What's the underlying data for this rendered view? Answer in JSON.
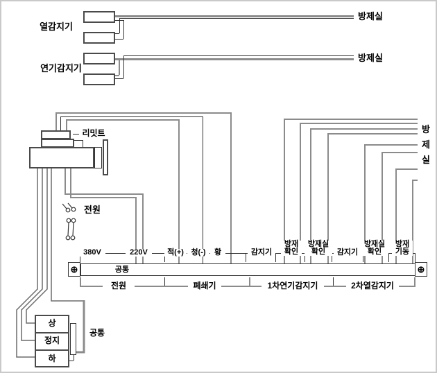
{
  "top_section": {
    "groups": [
      {
        "label": "열감지기",
        "room": "방제실"
      },
      {
        "label": "연기감지기",
        "room": "방제실"
      }
    ]
  },
  "actuator": {
    "limit": "리밋트",
    "power": "전원"
  },
  "strip": {
    "left_terminal": "⊕",
    "right_terminal": "⊕",
    "common": "공통",
    "top_labels": [
      {
        "text": "380V"
      },
      {
        "text": "220V"
      },
      {
        "text": "적(+)"
      },
      {
        "text": "청(-)"
      },
      {
        "text": "황"
      },
      {
        "text": "감지기"
      },
      {
        "text": "방재\n확인"
      },
      {
        "text": "방재실\n확인"
      },
      {
        "text": "감지기"
      },
      {
        "text": "방재실\n확인"
      },
      {
        "text": "방재\n기동"
      }
    ],
    "bottom_labels": [
      {
        "text": "전원"
      },
      {
        "text": "폐쇄기"
      },
      {
        "text": "1차연기감지기"
      },
      {
        "text": "2차열감지기"
      }
    ]
  },
  "control_room": {
    "chars": [
      "방",
      "제",
      "실"
    ]
  },
  "switch_box": {
    "rows": [
      "상",
      "정지",
      "하"
    ],
    "common": "공통"
  },
  "colors": {
    "wire": "#8b8b8b",
    "line": "#2f2f2f",
    "box_border": "#4a4a4a",
    "page_border": "#c9c9c9"
  }
}
